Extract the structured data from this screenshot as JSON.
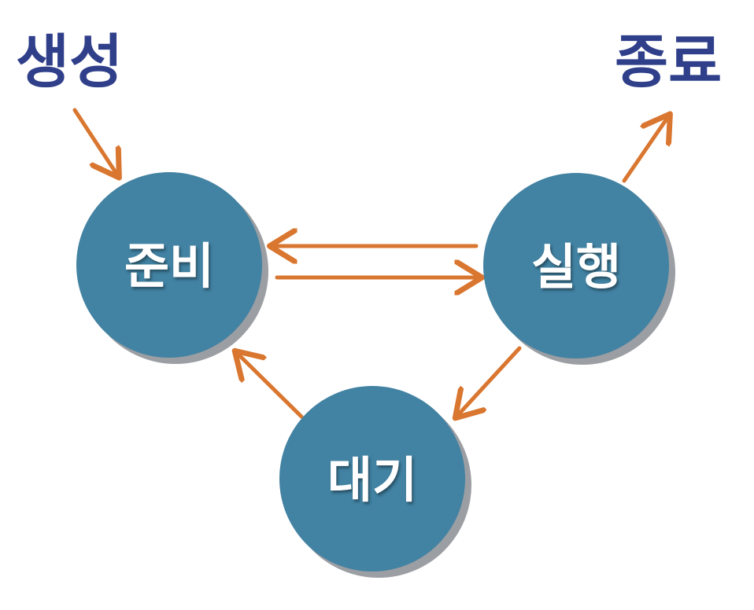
{
  "labels": {
    "create": "생성",
    "terminate": "종료"
  },
  "states": {
    "ready": "준비",
    "running": "실행",
    "waiting": "대기"
  },
  "colors": {
    "state_fill": "#4282a2",
    "state_shadow": "#9b9ea3",
    "arrow": "#d9762f",
    "outer_label": "#2f3f8a",
    "state_text": "#ffffff"
  }
}
